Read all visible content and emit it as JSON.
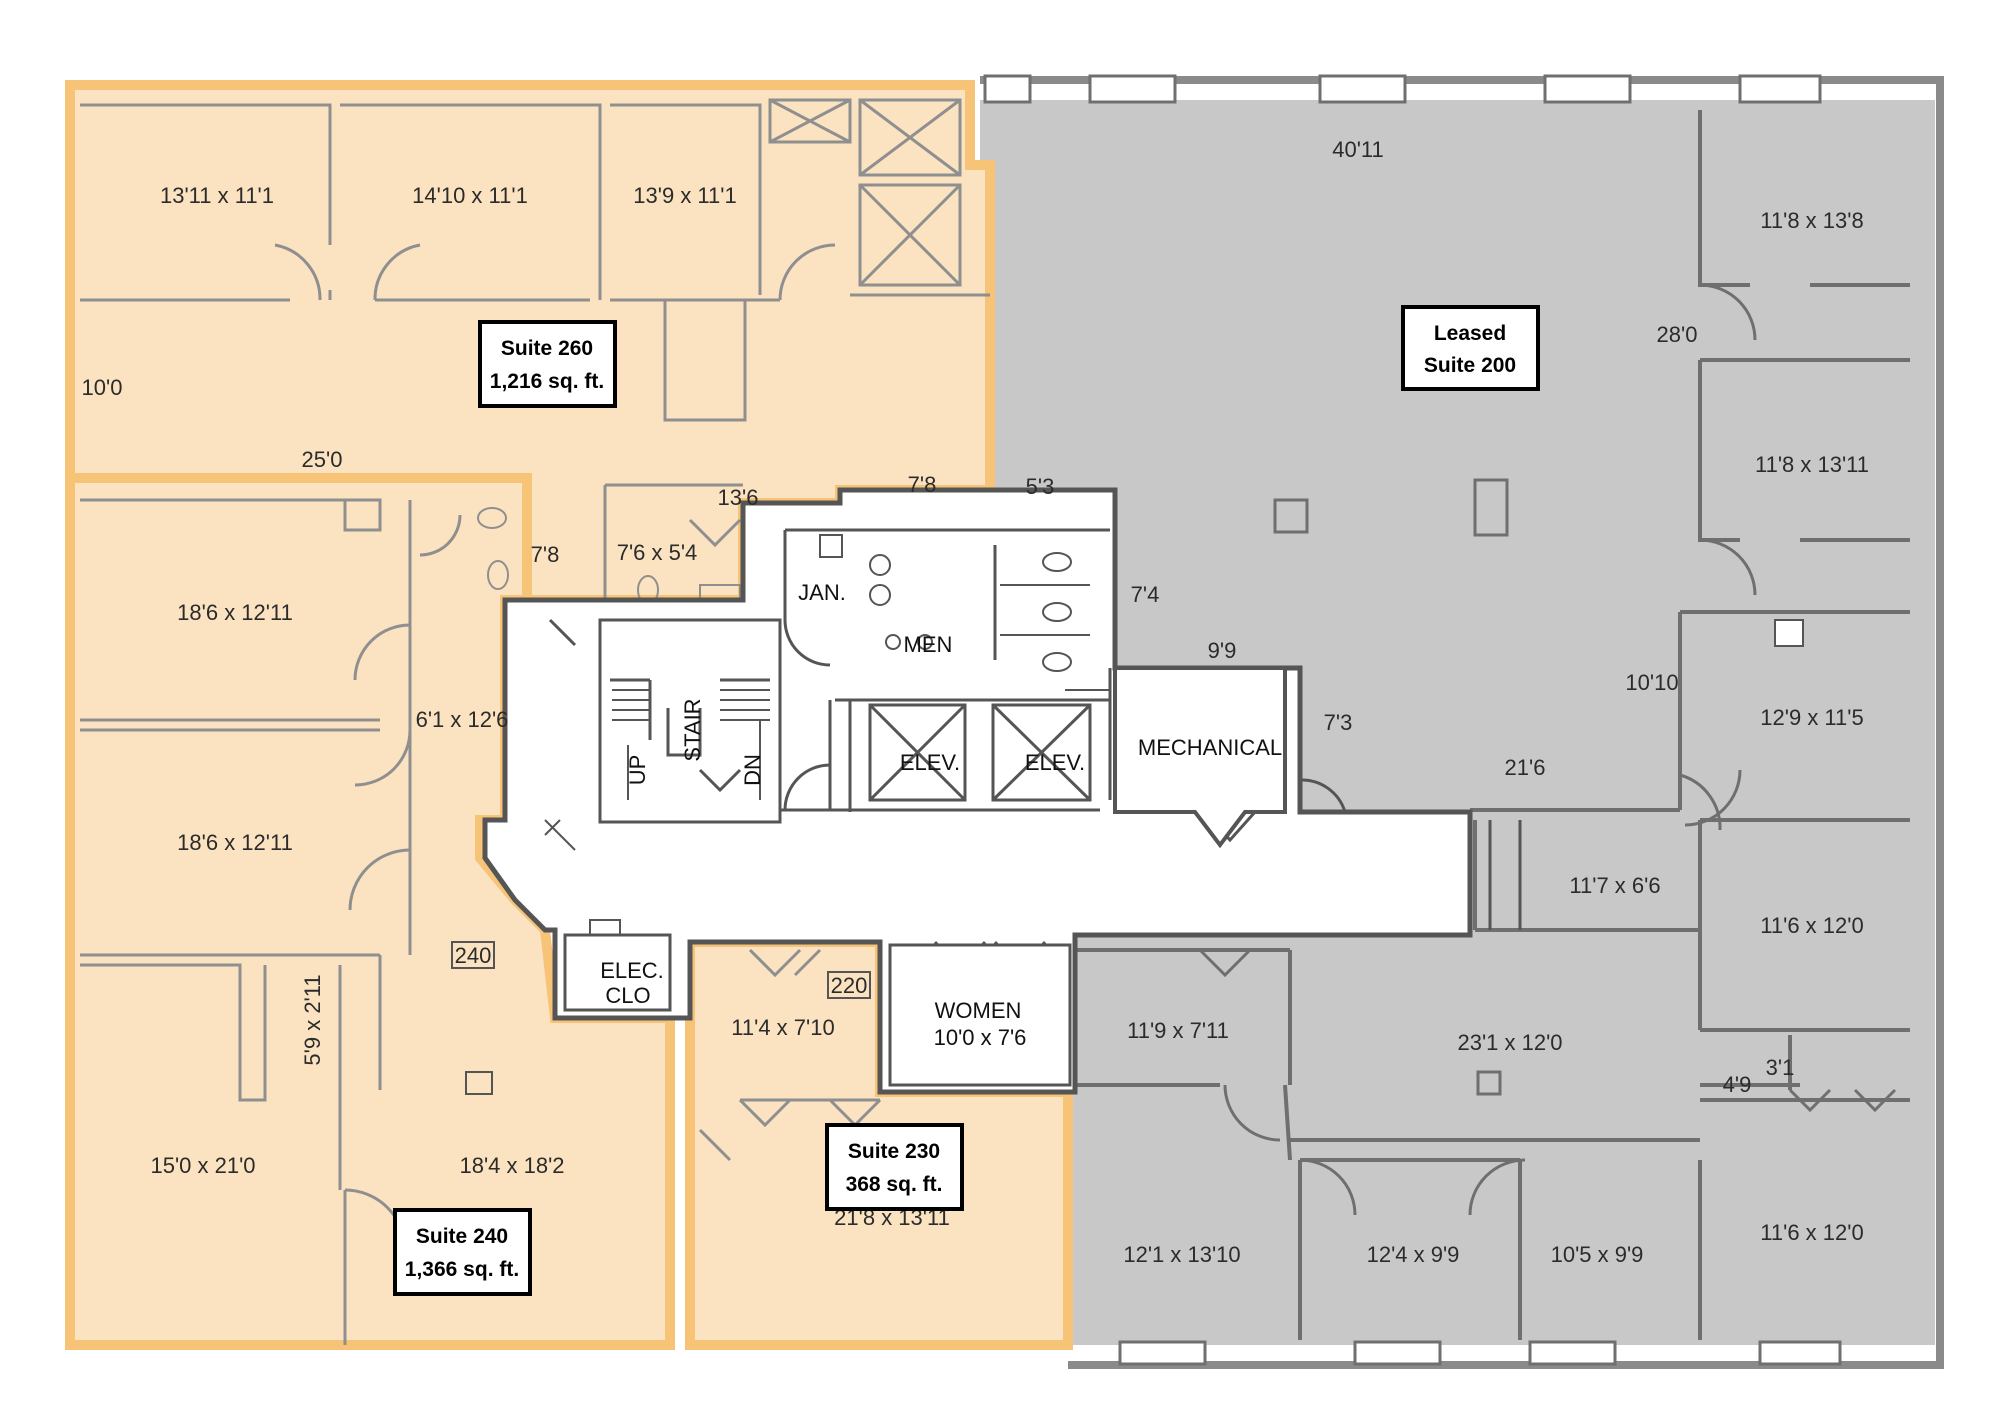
{
  "colors": {
    "available_fill": "#fbe3c1",
    "available_outline": "#f7c377",
    "leased_fill": "#c8c8c8",
    "core_fill": "#ffffff",
    "wall": "#6f6f6f"
  },
  "suites": {
    "s260": {
      "line1": "Suite 260",
      "line2": "1,216 sq. ft."
    },
    "s240": {
      "line1": "Suite 240",
      "line2": "1,366 sq. ft."
    },
    "s230": {
      "line1": "Suite 230",
      "line2": "368 sq. ft."
    },
    "s200": {
      "line1": "Leased",
      "line2": "Suite 200"
    }
  },
  "rooms": {
    "r1": "13'11 x 11'1",
    "r2": "14'10 x 11'1",
    "r3": "13'9 x 11'1",
    "r4": "18'6 x 12'11",
    "r5": "18'6 x 12'11",
    "r6": "6'1 x 12'6",
    "r7": "7'6 x 5'4",
    "r8": "15'0 x 21'0",
    "r9": "18'4 x 18'2",
    "r10": "5'9 x 2'11",
    "r11": "11'4 x 7'10",
    "r12": "21'8 x 13'11",
    "r13": "11'8 x 13'8",
    "r14": "11'8 x 13'11",
    "r15": "12'9 x 11'5",
    "r16": "11'7 x 6'6",
    "r17": "11'6 x 12'0",
    "r18": "11'9 x 7'11",
    "r19": "23'1 x 12'0",
    "r20": "12'1 x 13'10",
    "r21": "12'4 x 9'9",
    "r22": "10'5 x 9'9",
    "r23": "11'6 x 12'0"
  },
  "dimensions": {
    "d1": "10'0",
    "d2": "25'0",
    "d3": "13'6",
    "d4": "7'8",
    "d5": "7'8",
    "d6": "5'3",
    "d7": "40'11",
    "d8": "28'0",
    "d9": "7'4",
    "d10": "9'9",
    "d11": "7'3",
    "d12": "10'10",
    "d13": "21'6",
    "d14": "4'9",
    "d15": "3'1"
  },
  "core": {
    "jan": "JAN.",
    "men": "MEN",
    "stair": "STAIR",
    "up": "UP",
    "dn": "DN",
    "elev1": "ELEV.",
    "elev2": "ELEV.",
    "mechanical": "MECHANICAL",
    "elec1": "ELEC.",
    "elec2": "CLO",
    "women1": "WOMEN",
    "women2": "10'0 x 7'6"
  },
  "room_numbers": {
    "n240": "240",
    "n220": "220"
  }
}
